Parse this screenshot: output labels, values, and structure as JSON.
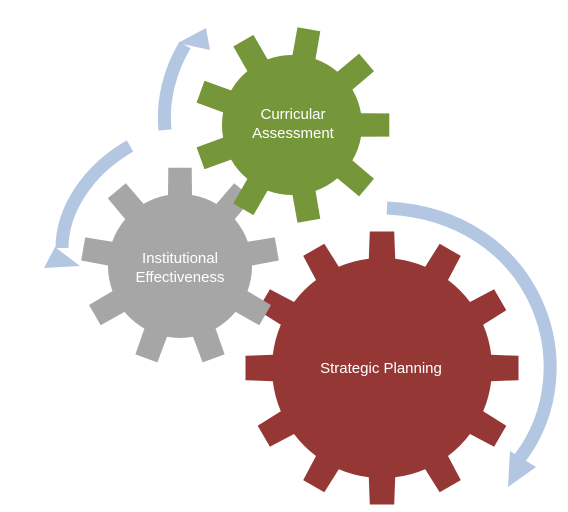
{
  "diagram": {
    "colors": {
      "curricular_gear": "#76963A",
      "institutional_gear": "#A6A6A6",
      "strategic_gear": "#953735",
      "arrows": "#B3C6E2",
      "text": "#FFFFFF"
    },
    "gears": {
      "curricular": {
        "line1": "Curricular",
        "line2": "Assessment"
      },
      "institutional": {
        "line1": "Institutional",
        "line2": "Effectiveness"
      },
      "strategic": {
        "line1": "Strategic Planning"
      }
    }
  }
}
